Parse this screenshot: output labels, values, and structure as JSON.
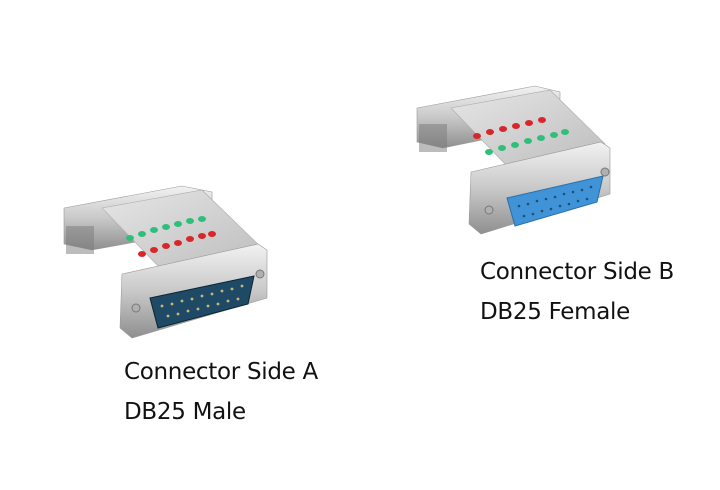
{
  "devices": [
    {
      "id": "side-a",
      "caption_line1": "Connector Side A",
      "caption_line2": "DB25 Male",
      "connector_color": "#1f4a66",
      "led_colors": [
        "#2fbf7a",
        "#d8262a"
      ]
    },
    {
      "id": "side-b",
      "caption_line1": "Connector Side B",
      "caption_line2": "DB25 Female",
      "connector_color": "#3f93d6",
      "led_colors": [
        "#d8262a",
        "#2fbf7a"
      ]
    }
  ]
}
